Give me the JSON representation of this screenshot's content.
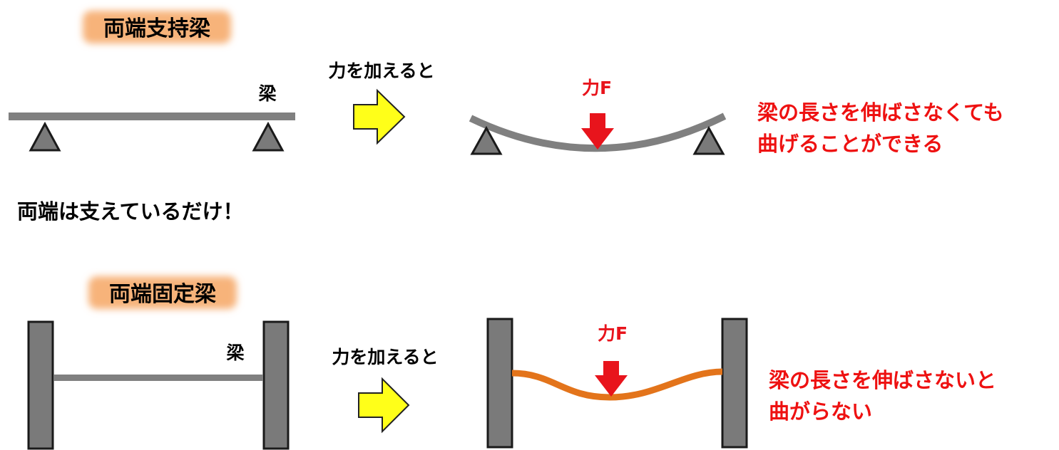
{
  "colors": {
    "beam_gray": "#808080",
    "support_gray": "#7a7a7a",
    "support_outline": "#1a1a1a",
    "bent_orange": "#e3741b",
    "force_red": "#e8141c",
    "arrow_yellow": "#ffff19",
    "text_red": "#ee1111",
    "title_glow": "#f7b37a"
  },
  "simply_supported": {
    "title": "両端支持梁",
    "beam_label": "梁",
    "action_label": "力を加えると",
    "force_label": "力F",
    "result_line1": "梁の長さを伸ばさなくても",
    "result_line2": "曲げることができる",
    "note": "両端は支えているだけ！"
  },
  "fixed_ends": {
    "title": "両端固定梁",
    "beam_label": "梁",
    "action_label": "力を加えると",
    "force_label": "力F",
    "result_line1": "梁の長さを伸ばさないと",
    "result_line2": "曲がらない"
  },
  "icons": {
    "action_arrow": "yellow-right-arrow-icon",
    "force_arrow": "red-down-arrow-icon",
    "support": "triangle-support-icon"
  }
}
